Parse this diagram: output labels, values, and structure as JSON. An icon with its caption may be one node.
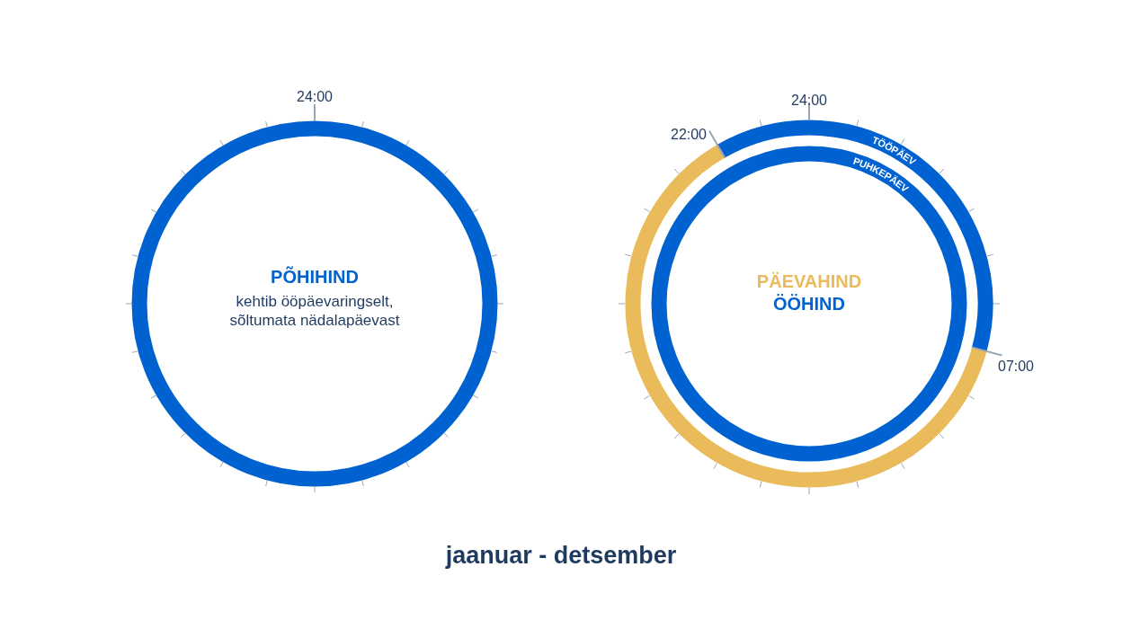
{
  "diagram": {
    "caption": "jaanuar - detsember",
    "nodes": [
      {
        "text": [
          "PÕHIHIND",
          "kehtib ööpäevaringselt, sõltumata nädalapäevast"
        ]
      },
      {
        "text": [
          "TÖÖPÄEV"
        ]
      },
      {
        "text": [
          "PUHKEPÄEV",
          "PÄEVAHIND",
          "ÖÖHIND"
        ],
        "in": 1
      }
    ],
    "labels": [
      "24:00",
      "24:00",
      "22:00",
      "07:00"
    ]
  }
}
